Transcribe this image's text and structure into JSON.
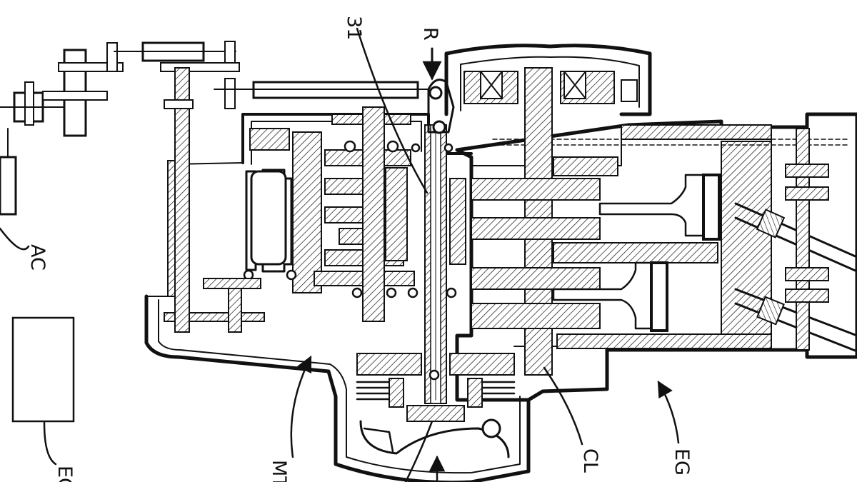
{
  "labels": {
    "ref_31": "31",
    "ref_R": "R",
    "ref_AC": "AC",
    "ref_EC": "EC",
    "ref_MT": "MT",
    "ref_CL": "CL",
    "ref_EG": "EG"
  },
  "colors": {
    "ink": "#111111",
    "paper": "#ffffff"
  }
}
